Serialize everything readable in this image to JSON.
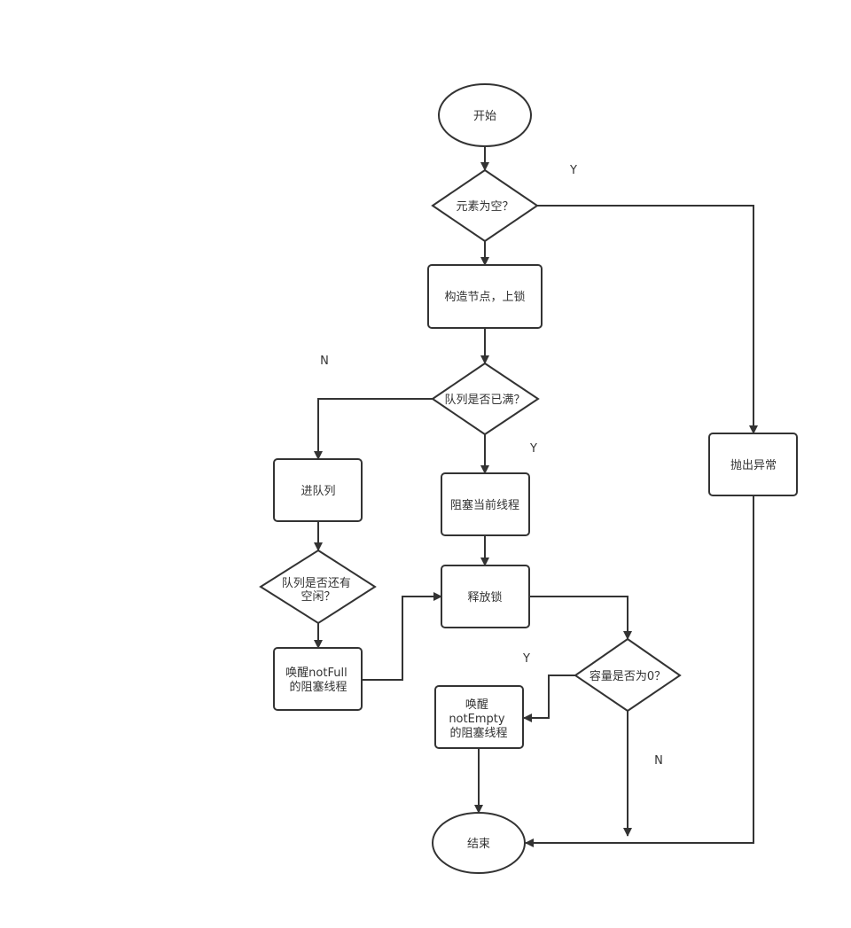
{
  "nodes": {
    "start": {
      "shape": "ellipse",
      "text": "开始"
    },
    "is_empty": {
      "shape": "diamond",
      "text": "元素为空？"
    },
    "build_lock": {
      "shape": "rect",
      "text": "构造节点，上锁"
    },
    "is_full": {
      "shape": "diamond",
      "text": "队列是否已满？"
    },
    "throw": {
      "shape": "rect",
      "text": "抛出异常"
    },
    "enqueue": {
      "shape": "rect",
      "text": "进队列"
    },
    "block_current": {
      "shape": "rect",
      "text": "阻塞当前线程"
    },
    "still_free": {
      "shape": "diamond",
      "text": "队列是否还有空闲？"
    },
    "release_lock": {
      "shape": "rect",
      "text": "释放锁"
    },
    "wake_notfull": {
      "shape": "rect",
      "text": "唤醒notFull的阻塞线程"
    },
    "is_zero": {
      "shape": "diamond",
      "text": "容量是否为0？"
    },
    "wake_notempty": {
      "shape": "rect",
      "text": "唤醒notEmpty的阻塞线程"
    },
    "end": {
      "shape": "ellipse",
      "text": "结束"
    }
  },
  "edge_labels": {
    "empty_yes": "Y",
    "full_no": "N",
    "full_yes": "Y",
    "zero_yes": "Y",
    "zero_no": "N"
  },
  "edges": [
    {
      "from": "start",
      "to": "is_empty"
    },
    {
      "from": "is_empty",
      "to": "build_lock"
    },
    {
      "from": "is_empty",
      "to": "throw",
      "label": "empty_yes"
    },
    {
      "from": "build_lock",
      "to": "is_full"
    },
    {
      "from": "is_full",
      "to": "enqueue",
      "label": "full_no"
    },
    {
      "from": "is_full",
      "to": "block_current",
      "label": "full_yes"
    },
    {
      "from": "enqueue",
      "to": "still_free"
    },
    {
      "from": "still_free",
      "to": "wake_notfull"
    },
    {
      "from": "wake_notfull",
      "to": "release_lock"
    },
    {
      "from": "block_current",
      "to": "release_lock"
    },
    {
      "from": "release_lock",
      "to": "is_zero"
    },
    {
      "from": "is_zero",
      "to": "wake_notempty",
      "label": "zero_yes"
    },
    {
      "from": "is_zero",
      "to": "end",
      "label": "zero_no"
    },
    {
      "from": "wake_notempty",
      "to": "end"
    },
    {
      "from": "throw",
      "to": "end"
    }
  ],
  "colors": {
    "stroke": "#333333",
    "fill": "#ffffff",
    "text": "#333333"
  }
}
